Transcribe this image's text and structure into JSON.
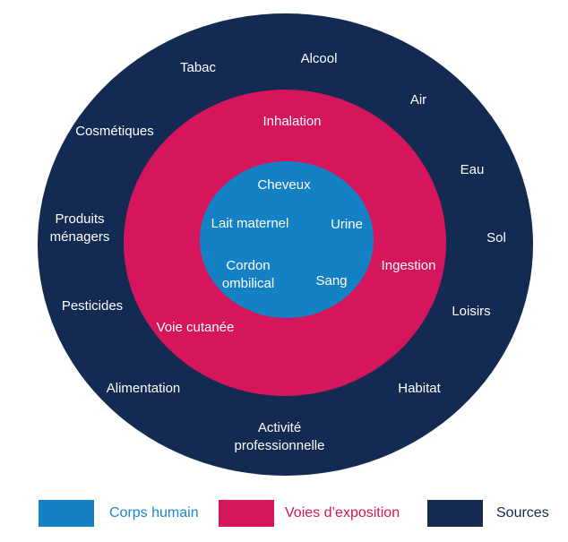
{
  "rings": {
    "sources": {
      "name": "Sources",
      "color": "#132A52",
      "labels": {
        "tabac": "Tabac",
        "alcool": "Alcool",
        "air": "Air",
        "eau": "Eau",
        "sol": "Sol",
        "loisirs": "Loisirs",
        "habitat": "Habitat",
        "activite_professionnelle": "Activité\nprofessionnelle",
        "alimentation": "Alimentation",
        "pesticides": "Pesticides",
        "produits_menagers": "Produits\nménagers",
        "cosmetiques": "Cosmétiques"
      }
    },
    "exposure": {
      "name": "Voies d’exposition",
      "color": "#D5155C",
      "labels": {
        "inhalation": "Inhalation",
        "ingestion": "Ingestion",
        "voie_cutanee": "Voie cutanée"
      }
    },
    "body": {
      "name": "Corps humain",
      "color": "#1581C5",
      "labels": {
        "cheveux": "Cheveux",
        "lait_maternel": "Lait maternel",
        "urine": "Urine",
        "cordon_ombilical": "Cordon\nombilical",
        "sang": "Sang"
      }
    }
  },
  "legend": {
    "items": [
      {
        "label": "Corps humain",
        "color": "#1581C5",
        "text_color": "#1B87C9"
      },
      {
        "label": "Voies d’exposition",
        "color": "#D5155C",
        "text_color": "#D5155C"
      },
      {
        "label": "Sources",
        "color": "#132A52",
        "text_color": "#132A52"
      }
    ]
  }
}
